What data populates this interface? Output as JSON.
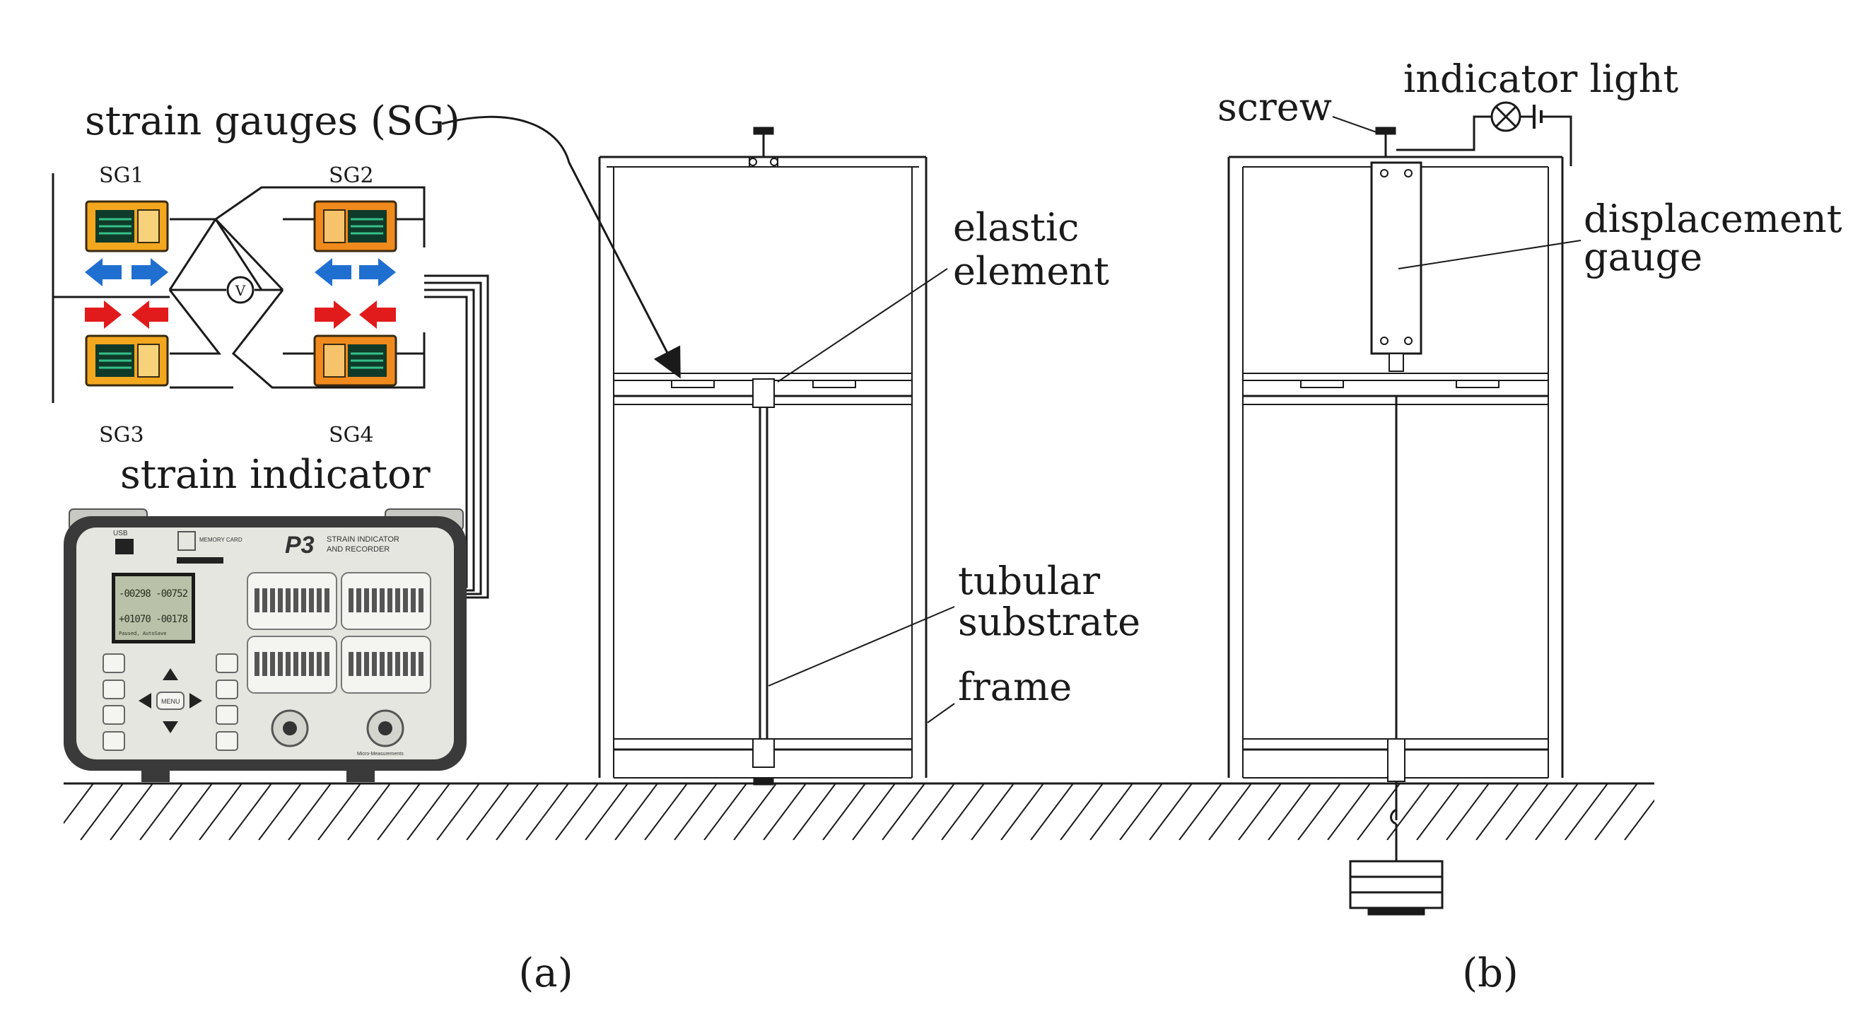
{
  "labels": {
    "strain_gauges": "strain gauges (SG)",
    "sg1": "SG1",
    "sg2": "SG2",
    "sg3": "SG3",
    "sg4": "SG4",
    "strain_indicator": "strain indicator",
    "elastic": "elastic",
    "element": "element",
    "tubular": "tubular",
    "substrate": "substrate",
    "frame": "frame",
    "screw": "screw",
    "indicator_light": "indicator light",
    "displacement": "displacement",
    "gauge": "gauge",
    "voltmeter_symbol": "V",
    "panel_a": "(a)",
    "panel_b": "(b)"
  },
  "device": {
    "brand": "P3",
    "title_line1": "STRAIN INDICATOR",
    "title_line2": "AND RECORDER",
    "lcd_row1": "-00298 -00752",
    "lcd_row2": "+01070 -00178",
    "lcd_status": "Paused, AutoSave",
    "menu_label": "MENU",
    "card_label": "MEMORY CARD",
    "usb_label": "USB",
    "maker": "Micro-Measurements"
  },
  "colors": {
    "ink": "#1a1a1a",
    "blue_arrow": "#1f6fd1",
    "red_arrow": "#e11b1b",
    "gauge_orange": "#f08a1c",
    "gauge_yellow": "#f2a71f",
    "device_body": "#e6e6e1",
    "device_frame": "#3a3a3a",
    "lcd_bg": "#b9c1a8"
  }
}
